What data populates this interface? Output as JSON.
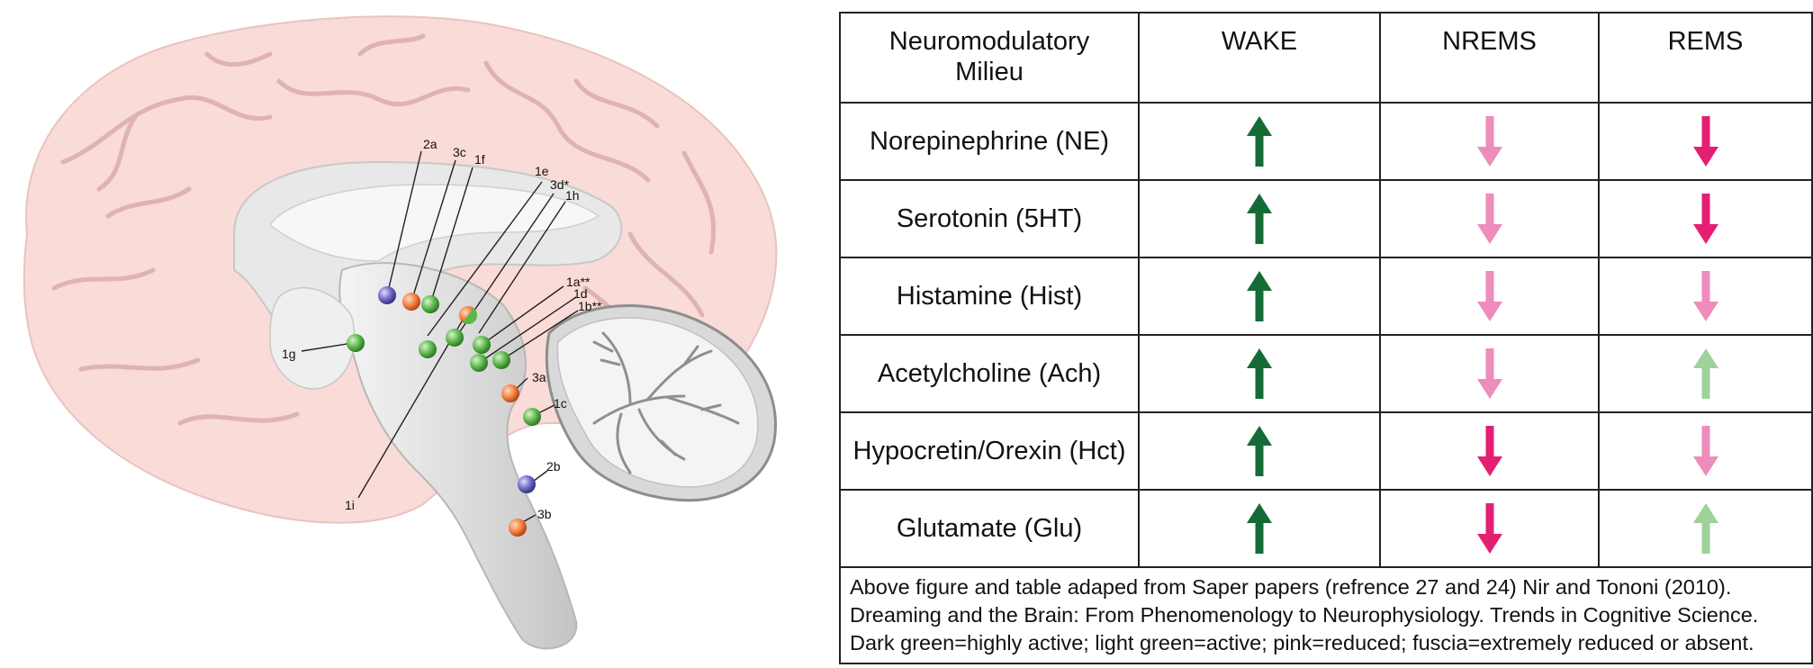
{
  "colors": {
    "dark_green": "#146b36",
    "light_green": "#9fd19a",
    "pink": "#ee8cbc",
    "fuchsia": "#e41f73",
    "cortex": "#f9dbd8",
    "brainstem": "#d6d6d6",
    "marker_green": "#5cb849",
    "marker_orange": "#f47e3e",
    "marker_purple": "#6d67c4"
  },
  "brain_labels": [
    {
      "id": "2a",
      "text": "2a"
    },
    {
      "id": "3c",
      "text": "3c"
    },
    {
      "id": "1f",
      "text": "1f"
    },
    {
      "id": "1e",
      "text": "1e"
    },
    {
      "id": "3d",
      "text": "3d*"
    },
    {
      "id": "1h",
      "text": "1h"
    },
    {
      "id": "1a",
      "text": "1a**"
    },
    {
      "id": "1d",
      "text": "1d"
    },
    {
      "id": "1b",
      "text": "1b**"
    },
    {
      "id": "1g",
      "text": "1g"
    },
    {
      "id": "3a",
      "text": "3a"
    },
    {
      "id": "1c",
      "text": "1c"
    },
    {
      "id": "2b",
      "text": "2b"
    },
    {
      "id": "3b",
      "text": "3b"
    },
    {
      "id": "1i",
      "text": "1i"
    }
  ],
  "table": {
    "headers": [
      "Neuromodulatory\nMilieu",
      "WAKE",
      "NREMS",
      "REMS"
    ],
    "rows": [
      {
        "name": "Norepinephrine (NE)",
        "cells": [
          {
            "dir": "up",
            "level": "dark_green"
          },
          {
            "dir": "down",
            "level": "pink"
          },
          {
            "dir": "down",
            "level": "fuchsia"
          }
        ]
      },
      {
        "name": "Serotonin (5HT)",
        "cells": [
          {
            "dir": "up",
            "level": "dark_green"
          },
          {
            "dir": "down",
            "level": "pink"
          },
          {
            "dir": "down",
            "level": "fuchsia"
          }
        ]
      },
      {
        "name": "Histamine (Hist)",
        "cells": [
          {
            "dir": "up",
            "level": "dark_green"
          },
          {
            "dir": "down",
            "level": "pink"
          },
          {
            "dir": "down",
            "level": "pink"
          }
        ]
      },
      {
        "name": "Acetylcholine (Ach)",
        "cells": [
          {
            "dir": "up",
            "level": "dark_green"
          },
          {
            "dir": "down",
            "level": "pink"
          },
          {
            "dir": "up",
            "level": "light_green"
          }
        ]
      },
      {
        "name": "Hypocretin/Orexin (Hct)",
        "cells": [
          {
            "dir": "up",
            "level": "dark_green"
          },
          {
            "dir": "down",
            "level": "fuchsia"
          },
          {
            "dir": "down",
            "level": "pink"
          }
        ]
      },
      {
        "name": "Glutamate (Glu)",
        "cells": [
          {
            "dir": "up",
            "level": "dark_green"
          },
          {
            "dir": "down",
            "level": "fuchsia"
          },
          {
            "dir": "up",
            "level": "light_green"
          }
        ]
      }
    ],
    "notes": [
      "Above figure and table adaped from Saper papers (refrence 27 and 24) Nir and Tononi (2010).",
      "Dreaming and the Brain: From Phenomenology to Neurophysiology. Trends in Cognitive Science.",
      "Dark green=highly active; light green=active; pink=reduced; fuscia=extremely reduced or absent."
    ]
  }
}
